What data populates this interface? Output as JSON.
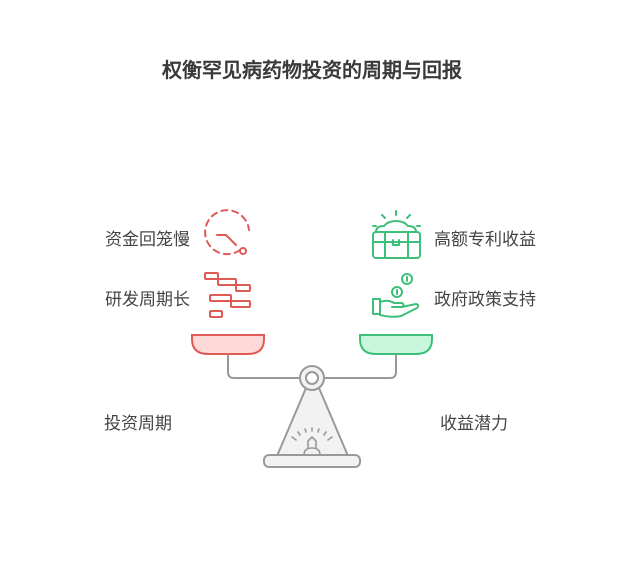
{
  "title": "权衡罕见病药物投资的周期与回报",
  "left": {
    "label": "投资周期",
    "items": [
      {
        "label": "资金回笼慢",
        "icon": "clock-icon"
      },
      {
        "label": "研发周期长",
        "icon": "gantt-chart-icon"
      }
    ],
    "color": "#e05a55",
    "fill": "#fdd9d8"
  },
  "right": {
    "label": "收益潜力",
    "items": [
      {
        "label": "高额专利收益",
        "icon": "treasure-chest-icon"
      },
      {
        "label": "政府政策支持",
        "icon": "hand-coins-icon"
      }
    ],
    "color": "#3dbf7a",
    "fill": "#c9f7dd"
  }
}
